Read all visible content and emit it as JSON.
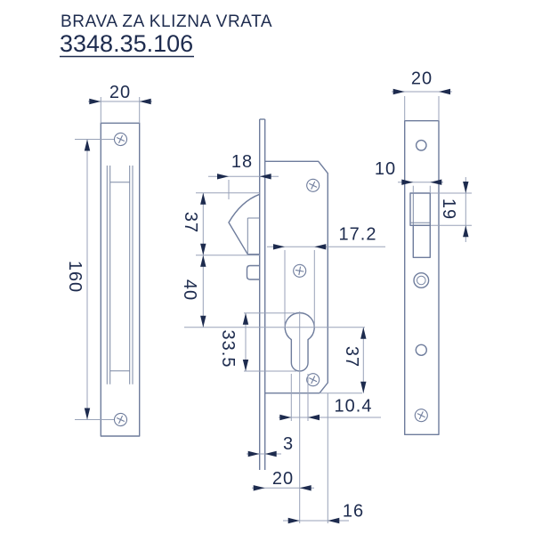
{
  "title": {
    "line1": "BRAVA ZA KLIZNA VRATA",
    "part_number": "3348.35.106"
  },
  "colors": {
    "background": "#ffffff",
    "text_navy": "#1d2b4e",
    "outline": "#6e7c9c",
    "dimension_line": "#98a2b8"
  },
  "views": {
    "left_faceplate": {
      "description": "faceplate front view",
      "dims": {
        "width": "20",
        "screw_spacing": "160"
      }
    },
    "middle_lock_body": {
      "description": "lock body side view",
      "dims": {
        "hook_protrusion": "18",
        "hook_height": "37",
        "hook_to_cylinder_center": "40",
        "cylinder_hole_height": "33.5",
        "cylinder_hole_width": "17.2",
        "cylinder_center_to_bottom": "37",
        "cylinder_slot_width": "10.4",
        "plate_thickness": "3",
        "backset": "20",
        "center_to_case_back": "16"
      }
    },
    "right_strike_plate": {
      "description": "strike plate front view",
      "dims": {
        "width": "20",
        "cutout_width": "10",
        "cutout_height": "19"
      }
    }
  }
}
